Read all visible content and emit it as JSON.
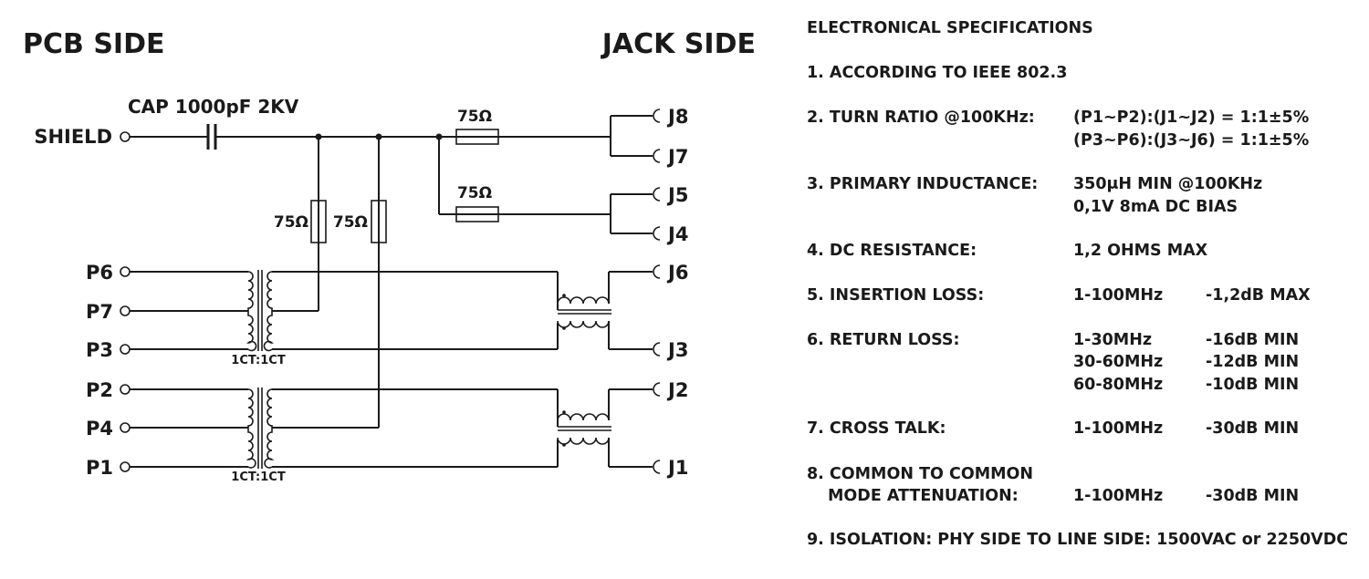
{
  "pcb_side": "PCB SIDE",
  "jack_side": "JACK SIDE",
  "shield": "SHIELD",
  "cap": "CAP 1000pF 2KV",
  "res75": "75Ω",
  "ct": "1CT:1CT",
  "pins_pcb": [
    "P6",
    "P7",
    "P3",
    "P2",
    "P4",
    "P1"
  ],
  "pins_jack": [
    "J8",
    "J7",
    "J5",
    "J4",
    "J6",
    "J3",
    "J2",
    "J1"
  ],
  "specs": {
    "title": "ELECTRONICAL SPECIFICATIONS",
    "s1": "1. ACCORDING TO IEEE 802.3",
    "s2_label": "2. TURN RATIO @100KHz:",
    "s2_v1": "(P1~P2):(J1~J2) = 1:1±5%",
    "s2_v2": "(P3~P6):(J3~J6) = 1:1±5%",
    "s3_label": "3. PRIMARY INDUCTANCE:",
    "s3_v1": "350μH MIN @100KHz",
    "s3_v2": "0,1V 8mA DC BIAS",
    "s4_label": "4. DC RESISTANCE:",
    "s4_v": "1,2 OHMS MAX",
    "s5_label": "5. INSERTION LOSS:",
    "s5_f": "1-100MHz",
    "s5_v": "-1,2dB MAX",
    "s6_label": "6. RETURN LOSS:",
    "s6_f1": "1-30MHz",
    "s6_v1": "-16dB MIN",
    "s6_f2": "30-60MHz",
    "s6_v2": "-12dB MIN",
    "s6_f3": "60-80MHz",
    "s6_v3": "-10dB MIN",
    "s7_label": "7. CROSS TALK:",
    "s7_f": "1-100MHz",
    "s7_v": "-30dB MIN",
    "s8_label1": "8. COMMON TO COMMON",
    "s8_label2": "MODE ATTENUATION:",
    "s8_f": "1-100MHz",
    "s8_v": "-30dB MIN",
    "s9": "9. ISOLATION: PHY SIDE TO LINE SIDE: 1500VAC or 2250VDC"
  }
}
